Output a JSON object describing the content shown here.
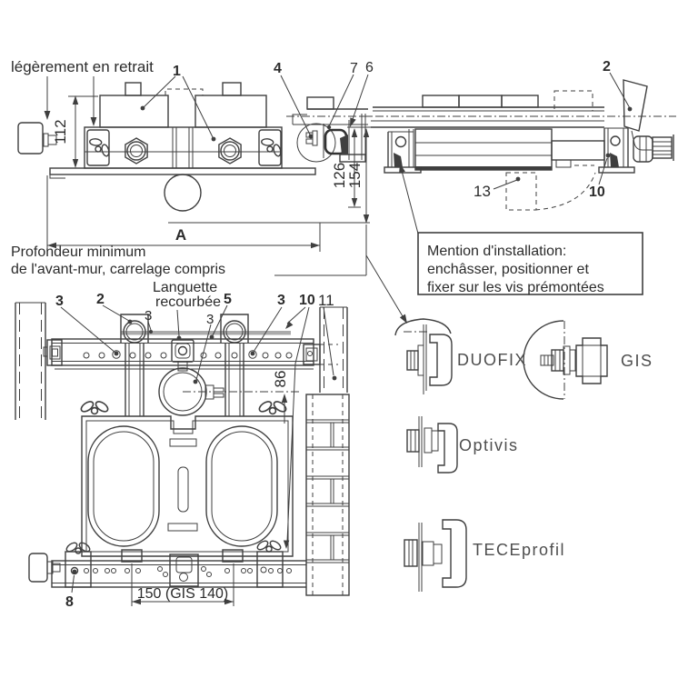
{
  "page": {
    "background": "#ffffff"
  },
  "drawing": {
    "colors": {
      "line": "#3f3f3f",
      "text": "#2b2b2b",
      "brand_label": "#4e4e4e",
      "wall_strip": "#ababab"
    },
    "annotations": {
      "legerement": "légèrement en retrait",
      "profondeur_1": "Profondeur minimum",
      "profondeur_2": "de l'avant-mur, carrelage compris",
      "languette_1": "Languette",
      "languette_2": "recourbée",
      "mention_1": "Mention d'installation:",
      "mention_2": "enchâsser, positionner et",
      "mention_3": "fixer sur les vis prémontées"
    },
    "dimensions": {
      "height_112": "112",
      "width_A": "A",
      "depth_126": "126",
      "depth_154": "154",
      "offset_86": "86",
      "spacing_150": "150 (GIS 140)"
    },
    "callouts": {
      "c1": "1",
      "c2_top": "2",
      "c4": "4",
      "c7": "7",
      "c6": "6",
      "c13": "13",
      "c10_top": "10",
      "c3_left": "3",
      "c2_bottom": "2",
      "c3_small_left": "3",
      "c5": "5",
      "c3_small_mid": "3",
      "c3_right": "3",
      "c10_bottom": "10",
      "c11": "11",
      "c8": "8"
    },
    "systems": {
      "duofix": "DUOFIX",
      "gis": "GIS",
      "optivis": "Optivis",
      "teceprofil": "TECEprofil"
    }
  }
}
